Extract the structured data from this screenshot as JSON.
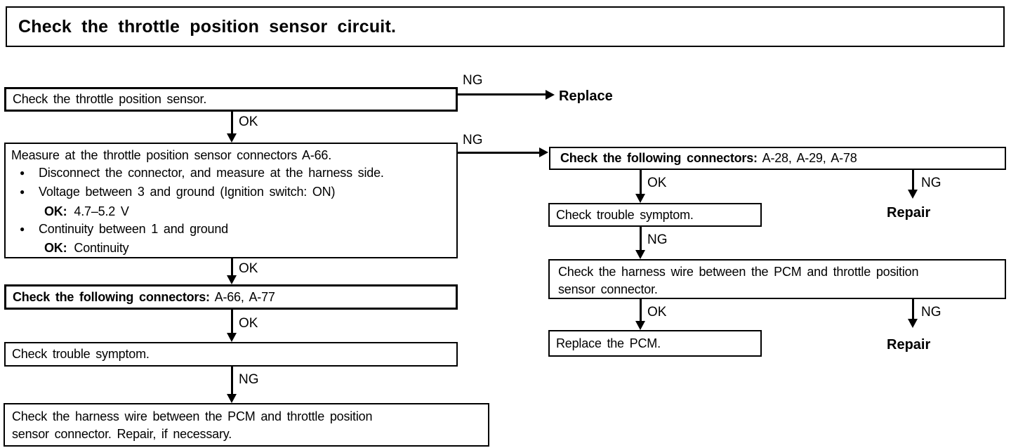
{
  "title": "Check the throttle position sensor circuit.",
  "labels": {
    "ok": "OK",
    "ng": "NG"
  },
  "terminals": {
    "replace": "Replace",
    "repair_top": "Repair",
    "repair_bottom": "Repair"
  },
  "steps": {
    "check_sensor": "Check the throttle position sensor.",
    "measure": {
      "heading": "Measure at the throttle position sensor connectors A-66.",
      "bullets": [
        {
          "text": "Disconnect the connector, and measure at the harness side."
        },
        {
          "text": "Voltage between 3 and ground (Ignition switch: ON)",
          "ok_label": "OK:",
          "ok_value": "4.7–5.2 V"
        },
        {
          "text": "Continuity between 1 and ground",
          "ok_label": "OK:",
          "ok_value": "Continuity"
        }
      ]
    },
    "left_connectors": {
      "label": "Check the following connectors:",
      "value": "A-66, A-77"
    },
    "left_symptom": "Check trouble symptom.",
    "left_harness": {
      "line1": "Check the harness wire between the PCM and throttle position",
      "line2": "sensor connector. Repair, if necessary."
    },
    "right_connectors": {
      "label": "Check the following connectors:",
      "value": "A-28, A-29, A-78"
    },
    "right_symptom": "Check trouble symptom.",
    "right_harness": {
      "line1": "Check the harness wire between the PCM and throttle position",
      "line2": "sensor connector."
    },
    "replace_pcm": "Replace the PCM."
  }
}
